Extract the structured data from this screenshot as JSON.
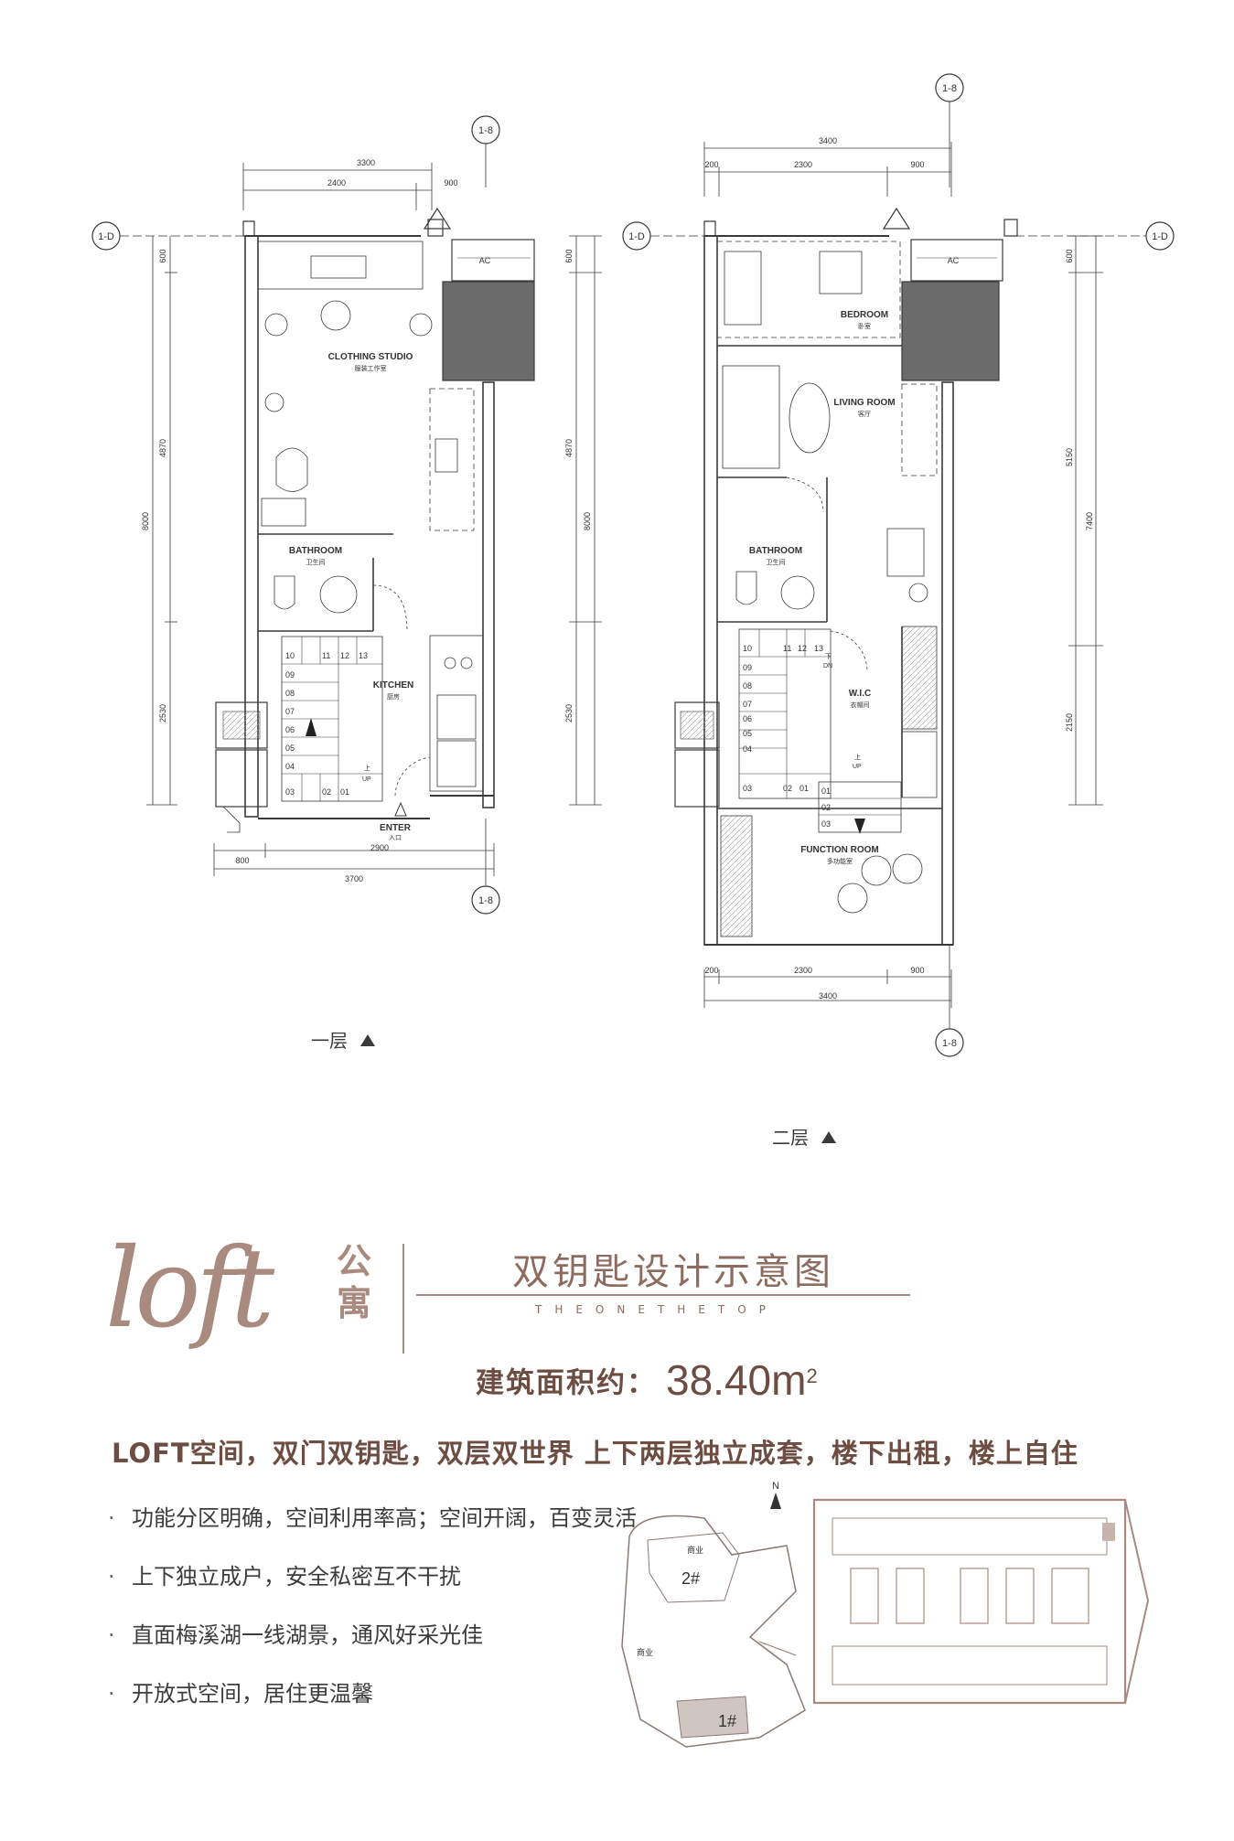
{
  "plans": {
    "grid_refs": {
      "axis_8": "1-8",
      "axis_d": "1-D"
    },
    "floor1": {
      "label": "一层",
      "dims_top": [
        "3300",
        "2400",
        "900"
      ],
      "dims_bottom": [
        "800",
        "2900",
        "3700"
      ],
      "dims_left": [
        "8000",
        "600",
        "4870",
        "2530"
      ],
      "dims_right": [
        "8000",
        "600",
        "4870",
        "2530"
      ],
      "ac_label": "AC",
      "rooms": [
        {
          "en": "CLOTHING STUDIO",
          "cn": "服装工作室"
        },
        {
          "en": "BATHROOM",
          "cn": "卫生间"
        },
        {
          "en": "KITCHEN",
          "cn": "厨房"
        },
        {
          "en": "ENTER",
          "cn": "入口"
        }
      ],
      "stair_numbers": [
        "10",
        "11",
        "12",
        "13",
        "09",
        "08",
        "07",
        "06",
        "05",
        "04",
        "03",
        "02",
        "01"
      ],
      "stair_up": "上",
      "stair_up_en": "UP"
    },
    "floor2": {
      "label": "二层",
      "dims_top": [
        "3400",
        "200",
        "2300",
        "900"
      ],
      "dims_bottom": [
        "200",
        "2300",
        "900",
        "3400"
      ],
      "dims_right": [
        "600",
        "5150",
        "7400",
        "2150"
      ],
      "ac_label": "AC",
      "rooms": [
        {
          "en": "BEDROOM",
          "cn": "卧室"
        },
        {
          "en": "LIVING ROOM",
          "cn": "客厅"
        },
        {
          "en": "BATHROOM",
          "cn": "卫生间"
        },
        {
          "en": "W.I.C",
          "cn": "衣帽间"
        },
        {
          "en": "FUNCTION ROOM",
          "cn": "多功能室"
        }
      ],
      "stair_numbers": [
        "10",
        "11",
        "12",
        "13",
        "09",
        "08",
        "07",
        "06",
        "05",
        "04",
        "03",
        "02",
        "01",
        "01",
        "02",
        "03"
      ],
      "stair_down": "下",
      "stair_down_en": "DN",
      "stair_up": "上",
      "stair_up_en": "UP"
    }
  },
  "branding": {
    "script": "loft",
    "cn_line1": "公",
    "cn_line2": "寓",
    "title": "双钥匙设计示意图",
    "subtitle": "THEONETHETOP"
  },
  "area": {
    "label": "建筑面积约：",
    "value": "38.40m",
    "unit_sup": "2"
  },
  "tagline": "LOFT空间，双门双钥匙，双层双世界   上下两层独立成套，楼下出租，楼上自住",
  "features": [
    "功能分区明确，空间利用率高；空间开阔，百变灵活",
    "上下独立成户，安全私密互不干扰",
    "直面梅溪湖一线湖景，通风好采光佳",
    "开放式空间，居住更温馨"
  ],
  "site_map": {
    "north": "N",
    "bldg_2": "2#",
    "bldg_1": "1#",
    "commercial_a": "商业",
    "commercial_b": "商业"
  },
  "colors": {
    "brand": "#a88a7e",
    "brand_dark": "#6d4d42",
    "shaft": "#6b6b6b",
    "plan_line": "#3a3a3a"
  }
}
